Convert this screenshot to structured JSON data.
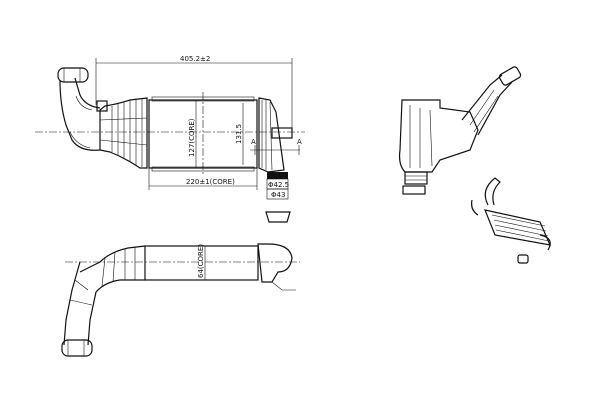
{
  "drawing": {
    "dimensions": {
      "overall_length": "405.2±2",
      "core_height": "127(CORE)",
      "height_right": "131.5",
      "core_width": "220±1(CORE)",
      "outlet_diameter_1": "Φ42.5",
      "outlet_diameter_2": "Φ43",
      "core_depth": "64(CORE)",
      "section_marker": "A"
    },
    "views": [
      "front-view",
      "side-view",
      "end-view",
      "isometric-view"
    ]
  }
}
